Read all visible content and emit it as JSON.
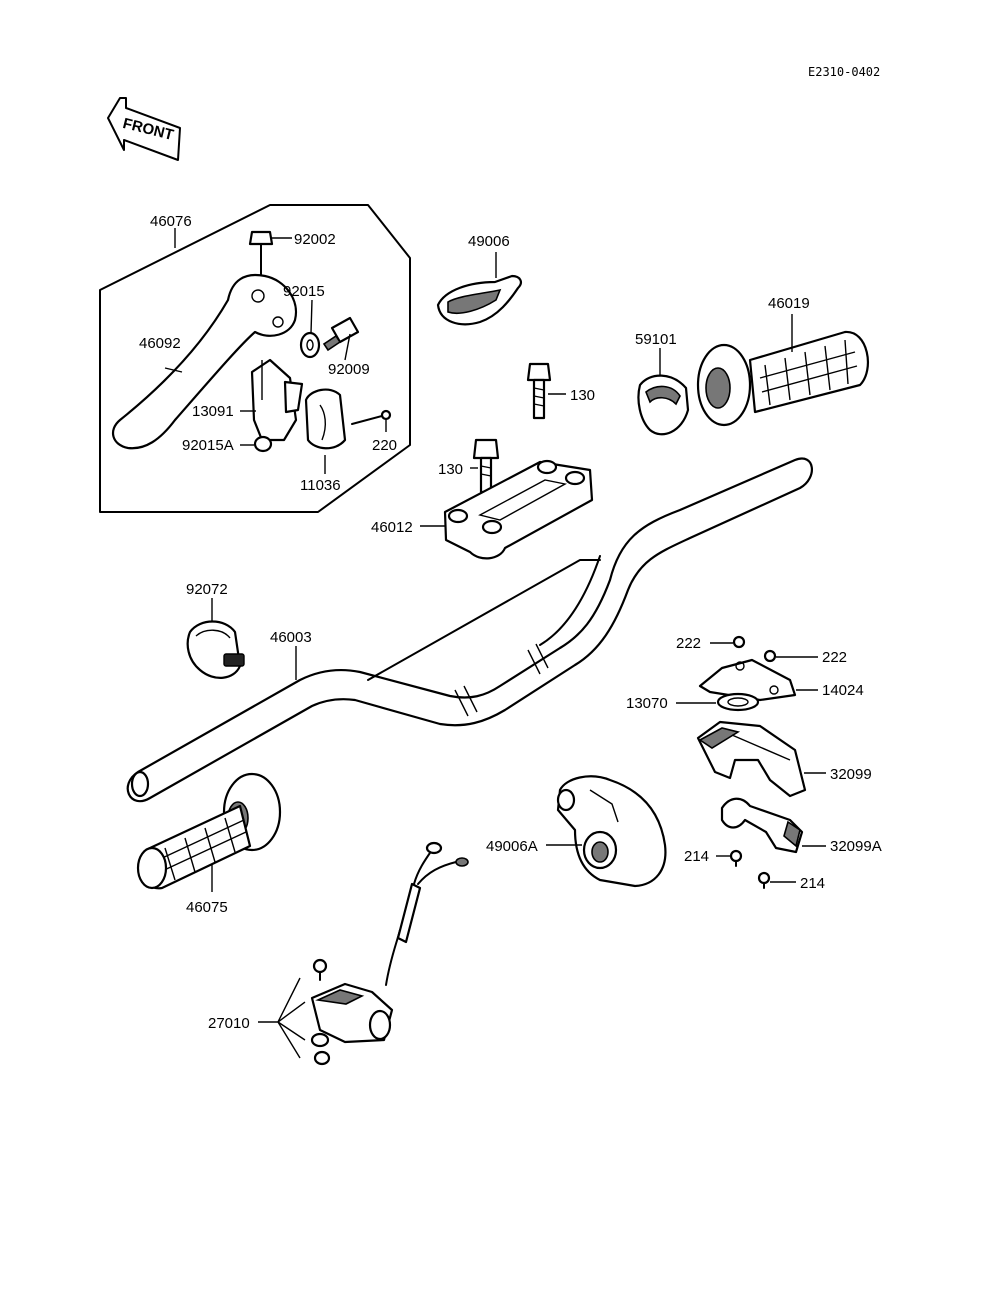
{
  "diagram": {
    "code": "E2310-0402",
    "front_label": "FRONT",
    "labels": {
      "p46076": "46076",
      "p92002": "92002",
      "p92015": "92015",
      "p46092": "46092",
      "p92009": "92009",
      "p13091": "13091",
      "p92015A": "92015A",
      "p220": "220",
      "p11036": "11036",
      "p49006": "49006",
      "p46019": "46019",
      "p59101": "59101",
      "p130a": "130",
      "p130b": "130",
      "p46012": "46012",
      "p92072": "92072",
      "p46003": "46003",
      "p222a": "222",
      "p222b": "222",
      "p14024": "14024",
      "p13070": "13070",
      "p32099": "32099",
      "p49006A": "49006A",
      "p32099A": "32099A",
      "p214a": "214",
      "p214b": "214",
      "p46075": "46075",
      "p27010": "27010"
    }
  }
}
